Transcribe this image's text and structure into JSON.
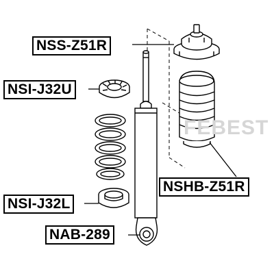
{
  "labels": {
    "nss": "NSS-Z51R",
    "nsi_upper": "NSI-J32U",
    "nshb": "NSHB-Z51R",
    "nsi_lower": "NSI-J32L",
    "nab": "NAB-289"
  },
  "colors": {
    "line": "#000000",
    "part_fill": "#ffffff",
    "watermark": "#d6d6d6"
  }
}
